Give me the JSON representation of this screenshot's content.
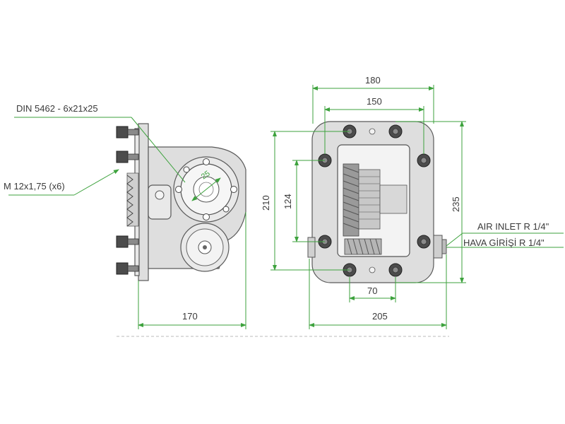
{
  "labels": {
    "spline": "DIN 5462 - 6x21x25",
    "thread": "M 12x1,75 (x6)",
    "air_inlet_en": "AIR INLET R 1/4\"",
    "air_inlet_tr": "HAVA GİRİŞİ R 1/4\""
  },
  "dimensions": {
    "side_width": "170",
    "front_width_top": "180",
    "front_width_inner": "150",
    "front_height_left": "210",
    "front_height_inner": "124",
    "front_height_right": "235",
    "bottom_inner": "70",
    "bottom_total": "205",
    "spline_dia": "25"
  },
  "colors": {
    "dimension_line": "#3da23d",
    "body_fill": "#dedede",
    "outline": "#5a5a5a"
  }
}
